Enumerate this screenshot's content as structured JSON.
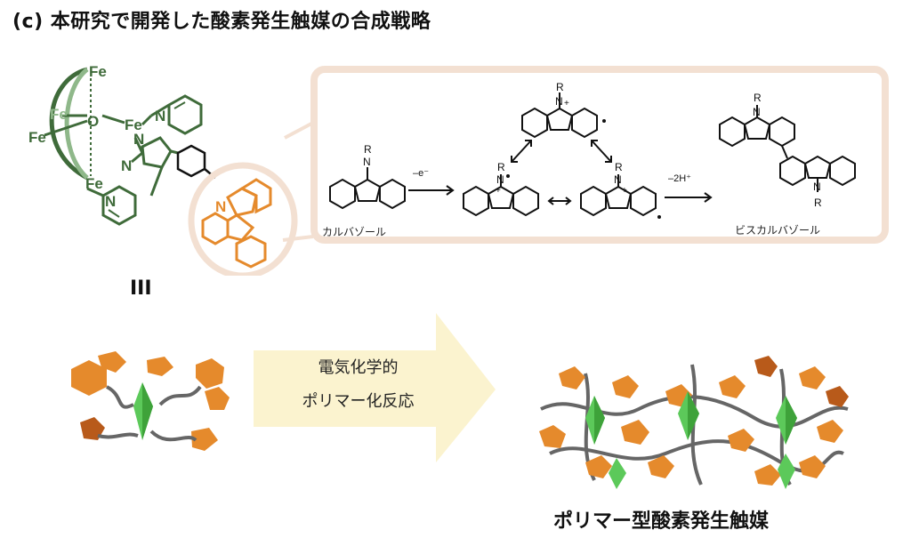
{
  "title": "(c) 本研究で開発した酸素発生触媒の合成戦略",
  "compound_label": "III",
  "atoms": {
    "fe": "Fe",
    "o": "O",
    "n": "N",
    "r": "R"
  },
  "mechanism": {
    "step1": "–e⁻",
    "step2": "–2H⁺",
    "carbazole_caption": "カルバゾール",
    "biscarbazole_caption": "ビスカルバゾール"
  },
  "process": {
    "line1": "電気化学的",
    "line2": "ポリマー化反応"
  },
  "product_label": "ポリマー型酸素発生触媒",
  "colors": {
    "complex_green": "#3f6b3a",
    "carbazole_orange": "#e58a2c",
    "box_border": "#f3e0d2",
    "arrow_fill": "#fbf3cf",
    "octahedron_green": "#5cc95a"
  }
}
